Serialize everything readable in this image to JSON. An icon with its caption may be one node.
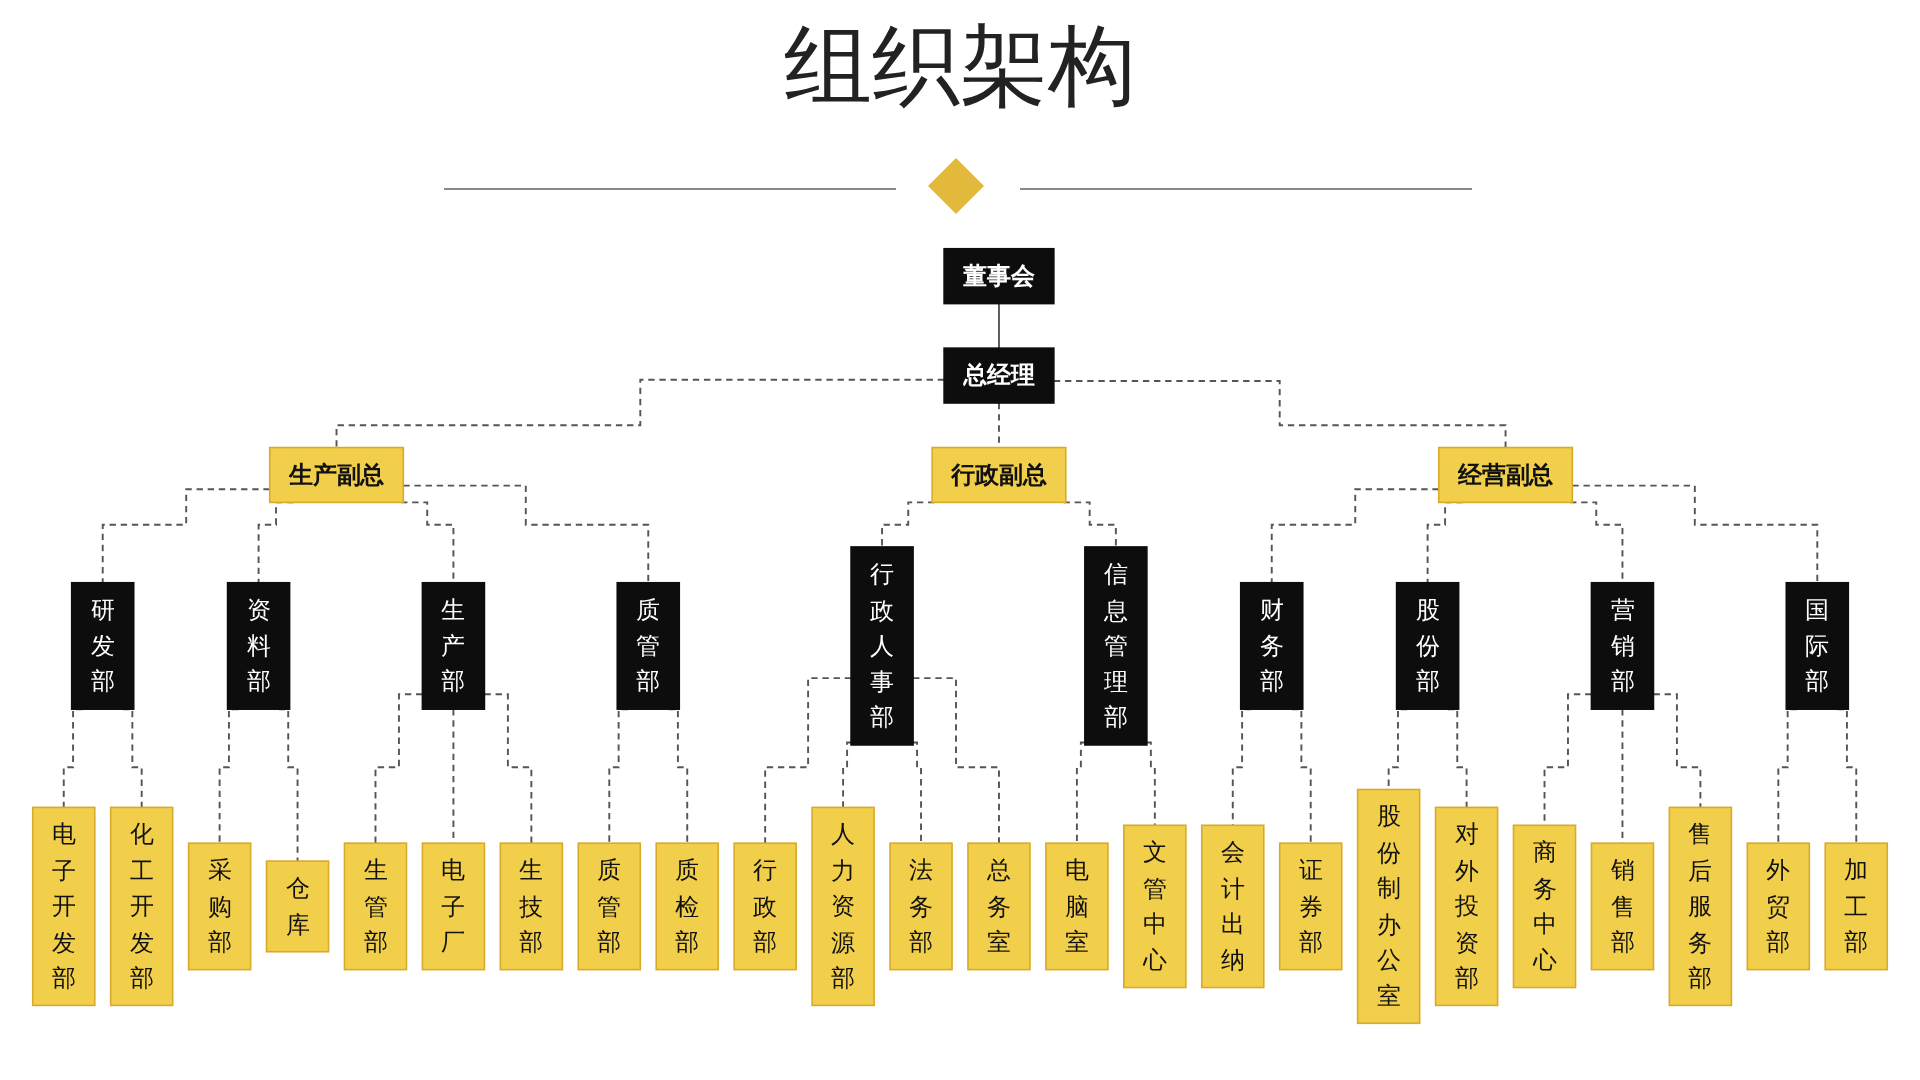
{
  "diagram": {
    "title": "组织架构",
    "nodes": [
      {
        "text": [
          "董事会"
        ]
      },
      {
        "text": [
          "总经理"
        ]
      },
      {
        "text": [
          "生产副总"
        ]
      },
      {
        "text": [
          "行政副总"
        ]
      },
      {
        "text": [
          "经营副总"
        ]
      },
      {
        "text": [
          "研发部"
        ]
      },
      {
        "text": [
          "资料部"
        ]
      },
      {
        "text": [
          "生产部"
        ]
      },
      {
        "text": [
          "质管部"
        ]
      },
      {
        "text": [
          "行政人事部"
        ]
      },
      {
        "text": [
          "信息管理部"
        ]
      },
      {
        "text": [
          "财务部"
        ]
      },
      {
        "text": [
          "股份部"
        ]
      },
      {
        "text": [
          "营销部"
        ]
      },
      {
        "text": [
          "国际部"
        ]
      },
      {
        "text": [
          "电子开发部"
        ]
      },
      {
        "text": [
          "化工开发部"
        ]
      },
      {
        "text": [
          "采购部"
        ]
      },
      {
        "text": [
          "仓库"
        ]
      },
      {
        "text": [
          "生管部"
        ]
      },
      {
        "text": [
          "电子厂"
        ]
      },
      {
        "text": [
          "生技部"
        ]
      },
      {
        "text": [
          "质管部"
        ]
      },
      {
        "text": [
          "质检部"
        ]
      },
      {
        "text": [
          "行政部"
        ]
      },
      {
        "text": [
          "人力资源部"
        ]
      },
      {
        "text": [
          "法务部"
        ]
      },
      {
        "text": [
          "总务室"
        ]
      },
      {
        "text": [
          "电脑室"
        ]
      },
      {
        "text": [
          "文管中心"
        ]
      },
      {
        "text": [
          "会计出纳"
        ]
      },
      {
        "text": [
          "证券部"
        ]
      },
      {
        "text": [
          "股份制办公室"
        ]
      },
      {
        "text": [
          "对外投资部"
        ]
      },
      {
        "text": [
          "商务中心"
        ]
      },
      {
        "text": [
          "销售部"
        ]
      },
      {
        "text": [
          "售后服务部"
        ]
      },
      {
        "text": [
          "外贸部"
        ]
      },
      {
        "text": [
          "加工部"
        ]
      }
    ],
    "edges": [
      {
        "from": 0,
        "to": 1,
        "arrow": "none"
      },
      {
        "from": 1,
        "to": 2,
        "arrow": "none",
        "style": "dashed"
      },
      {
        "from": 1,
        "to": 3,
        "arrow": "none",
        "style": "dashed"
      },
      {
        "from": 1,
        "to": 4,
        "arrow": "none",
        "style": "dashed"
      },
      {
        "from": 2,
        "to": 5,
        "arrow": "none",
        "style": "dashed"
      },
      {
        "from": 2,
        "to": 6,
        "arrow": "none",
        "style": "dashed"
      },
      {
        "from": 2,
        "to": 7,
        "arrow": "none",
        "style": "dashed"
      },
      {
        "from": 2,
        "to": 8,
        "arrow": "none",
        "style": "dashed"
      },
      {
        "from": 3,
        "to": 9,
        "arrow": "none",
        "style": "dashed"
      },
      {
        "from": 3,
        "to": 10,
        "arrow": "none",
        "style": "dashed"
      },
      {
        "from": 4,
        "to": 11,
        "arrow": "none",
        "style": "dashed"
      },
      {
        "from": 4,
        "to": 12,
        "arrow": "none",
        "style": "dashed"
      },
      {
        "from": 4,
        "to": 13,
        "arrow": "none",
        "style": "dashed"
      },
      {
        "from": 4,
        "to": 14,
        "arrow": "none",
        "style": "dashed"
      },
      {
        "from": 5,
        "to": 15,
        "arrow": "none",
        "style": "dashed"
      },
      {
        "from": 5,
        "to": 16,
        "arrow": "none",
        "style": "dashed"
      },
      {
        "from": 6,
        "to": 17,
        "arrow": "none",
        "style": "dashed"
      },
      {
        "from": 6,
        "to": 18,
        "arrow": "none",
        "style": "dashed"
      },
      {
        "from": 7,
        "to": 19,
        "arrow": "none",
        "style": "dashed"
      },
      {
        "from": 7,
        "to": 20,
        "arrow": "none",
        "style": "dashed"
      },
      {
        "from": 7,
        "to": 21,
        "arrow": "none",
        "style": "dashed"
      },
      {
        "from": 8,
        "to": 22,
        "arrow": "none",
        "style": "dashed"
      },
      {
        "from": 8,
        "to": 23,
        "arrow": "none",
        "style": "dashed"
      },
      {
        "from": 9,
        "to": 24,
        "arrow": "none",
        "style": "dashed"
      },
      {
        "from": 9,
        "to": 25,
        "arrow": "none",
        "style": "dashed"
      },
      {
        "from": 9,
        "to": 26,
        "arrow": "none",
        "style": "dashed"
      },
      {
        "from": 9,
        "to": 27,
        "arrow": "none",
        "style": "dashed"
      },
      {
        "from": 10,
        "to": 28,
        "arrow": "none",
        "style": "dashed"
      },
      {
        "from": 10,
        "to": 29,
        "arrow": "none",
        "style": "dashed"
      },
      {
        "from": 11,
        "to": 30,
        "arrow": "none",
        "style": "dashed"
      },
      {
        "from": 11,
        "to": 31,
        "arrow": "none",
        "style": "dashed"
      },
      {
        "from": 12,
        "to": 32,
        "arrow": "none",
        "style": "dashed"
      },
      {
        "from": 12,
        "to": 33,
        "arrow": "none",
        "style": "dashed"
      },
      {
        "from": 13,
        "to": 34,
        "arrow": "none",
        "style": "dashed"
      },
      {
        "from": 13,
        "to": 35,
        "arrow": "none",
        "style": "dashed"
      },
      {
        "from": 13,
        "to": 36,
        "arrow": "none",
        "style": "dashed"
      },
      {
        "from": 14,
        "to": 37,
        "arrow": "none",
        "style": "dashed"
      },
      {
        "from": 14,
        "to": 38,
        "arrow": "none",
        "style": "dashed"
      }
    ]
  }
}
